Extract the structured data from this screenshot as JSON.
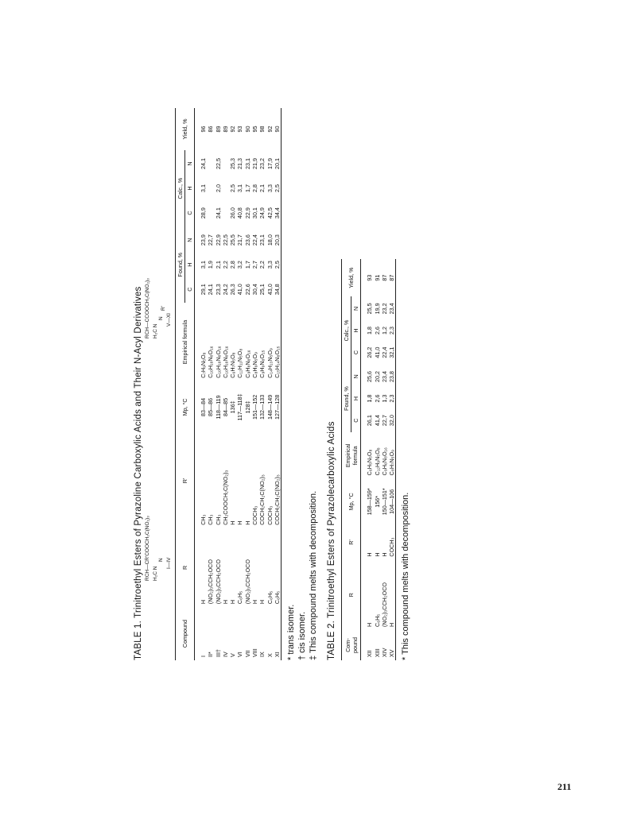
{
  "table1": {
    "title": "TABLE 1.  Trinitroethyl Esters of Pyrazoline Carboxylic Acids and Their N-Acyl Derivatives",
    "formula_left": {
      "top": "RCH—CR'COOCH₂C(NO₂)₃",
      "ring": "H₂C   N",
      "ring_sub": "N",
      "label": "I—IV"
    },
    "formula_right": {
      "top": "RCH—CCOOCH₂C(NO₂)₃",
      "ring": "H₂C   N",
      "ring_sub": "N",
      "rsub": "R'",
      "label": "V—XI"
    },
    "headers": {
      "compound": "Compound",
      "r": "R",
      "r_prime": "R'",
      "mp": "Mp, °C",
      "empirical": "Empirical formula",
      "found": "Found, %",
      "calc": "Calc., %",
      "yield": "Yield, %",
      "c": "C",
      "h": "H",
      "n": "N"
    },
    "rows": [
      {
        "compound": "I",
        "r": "H",
        "rp": "CH₃",
        "mp": "83—84",
        "formula": "C₇H₉N₅O₈",
        "fc": "29,1",
        "fh": "3,1",
        "fn": "23,9",
        "cc": "28,9",
        "ch": "3,1",
        "cn": "24,1",
        "yield": "96"
      },
      {
        "compound": "II*",
        "r": "(NO₂)₃CCH₂OCO",
        "rp": "CH₃",
        "mp": "85—86",
        "formula": "C₁₀H₁₀N₈O₁₆",
        "fc": "24,1",
        "fh": "1,9",
        "fn": "22,7",
        "cc": "",
        "ch": "",
        "cn": "",
        "yield": "86"
      },
      {
        "compound": "III†",
        "r": "(NO₂)₃CCH₂OCO",
        "rp": "CH₃",
        "mp": "118—119",
        "formula": "C₁₀H₁₀N₈O₁₆",
        "fc": "23,3",
        "fh": "2,1",
        "fn": "22,9",
        "cc": "24,1",
        "ch": "2,0",
        "cn": "22,5",
        "yield": "89"
      },
      {
        "compound": "IV",
        "r": "H",
        "rp": "CH₂COOCH₂C(NO₂)₃",
        "mp": "84—85",
        "formula": "C₁₀H₁₀N₈O₁₆",
        "fc": "24,2",
        "fh": "2,2",
        "fn": "22,5",
        "cc": "",
        "ch": "",
        "cn": "",
        "yield": "89"
      },
      {
        "compound": "V",
        "r": "H",
        "rp": "H",
        "mp": "136‡",
        "formula": "C₆H₇N₅O₈",
        "fc": "26,3",
        "fh": "2,8",
        "fn": "25,5",
        "cc": "26,0",
        "ch": "2,5",
        "cn": "25,3",
        "yield": "92"
      },
      {
        "compound": "VI",
        "r": "C₆H₅",
        "rp": "H",
        "mp": "117—118‡",
        "formula": "C₁₂H₁₁N₅O₈",
        "fc": "41,0",
        "fh": "3,2",
        "fn": "21,7",
        "cc": "40,8",
        "ch": "3,1",
        "cn": "21,3",
        "yield": "93"
      },
      {
        "compound": "VII",
        "r": "(NO₂)₃CCH₂OCO",
        "rp": "H",
        "mp": "128‡",
        "formula": "C₉H₈N₈O₁₆",
        "fc": "22,6",
        "fh": "1,7",
        "fn": "23,6",
        "cc": "22,9",
        "ch": "1,7",
        "cn": "23,1",
        "yield": "90"
      },
      {
        "compound": "VIII",
        "r": "H",
        "rp": "COCH₃",
        "mp": "151—152",
        "formula": "C₈H₉N₅O₉",
        "fc": "30,4",
        "fh": "2,7",
        "fn": "22,4",
        "cc": "30,1",
        "ch": "2,8",
        "cn": "21,9",
        "yield": "95"
      },
      {
        "compound": "IX",
        "r": "H",
        "rp": "COCH₂CH₂C(NO₂)₃",
        "mp": "132—133",
        "formula": "C₉H₉N₈O₁₅",
        "fc": "25,1",
        "fh": "2,2",
        "fn": "23,1",
        "cc": "24,9",
        "ch": "2,1",
        "cn": "23,2",
        "yield": "98"
      },
      {
        "compound": "X",
        "r": "C₆H₅",
        "rp": "COCH₃",
        "mp": "148—149",
        "formula": "C₁₄H₁₃N₅O₉",
        "fc": "43,0",
        "fh": "3,3",
        "fn": "18,0",
        "cc": "42,5",
        "ch": "3,3",
        "cn": "17,9",
        "yield": "92"
      },
      {
        "compound": "XI",
        "r": "C₆H₅",
        "rp": "COCH₂CH₂C(NO₂)₃",
        "mp": "127—128",
        "formula": "C₁₅H₁₄N₈O₁₅",
        "fc": "34,8",
        "fh": "2,5",
        "fn": "20,3",
        "cc": "34,4",
        "ch": "2,5",
        "cn": "20,1",
        "yield": "90"
      }
    ],
    "footnotes": [
      "* trans isomer.",
      "† cis isomer.",
      "‡ This compound melts with decomposition."
    ]
  },
  "table2": {
    "title": "TABLE 2.  Trinitroethyl Esters of Pyrazolecarboxylic Acids",
    "headers": {
      "compound": "Com-pound",
      "r": "R",
      "r_prime": "R'",
      "mp": "Mp, °C",
      "empirical": "Empirical formula",
      "found": "Found, %",
      "calc": "Calc., %",
      "yield": "Yield, %",
      "c": "C",
      "h": "H",
      "n": "N"
    },
    "rows": [
      {
        "compound": "XII",
        "r": "H",
        "rp": "H",
        "mp": "158—159*",
        "formula": "C₆H₅N₅O₈",
        "fc": "26,1",
        "fh": "1,8",
        "fn": "25,6",
        "cc": "26,2",
        "ch": "1,8",
        "cn": "25,5",
        "yield": "93"
      },
      {
        "compound": "XIII",
        "r": "C₆H₅",
        "rp": "H",
        "mp": "156*",
        "formula": "C₁₂H₉N₅O₈",
        "fc": "41,4",
        "fh": "2,6",
        "fn": "20,2",
        "cc": "41,0",
        "ch": "2,6",
        "cn": "19,9",
        "yield": "91"
      },
      {
        "compound": "XIV",
        "r": "(NO₂)₃CCH₂OCO",
        "rp": "H",
        "mp": "150—151*",
        "formula": "C₉H₆N₈O₁₆",
        "fc": "22,7",
        "fh": "1,3",
        "fn": "23,4",
        "cc": "22,4",
        "ch": "1,2",
        "cn": "23,2",
        "yield": "87"
      },
      {
        "compound": "XV",
        "r": "H",
        "rp": "COCH₃",
        "mp": "104—106",
        "formula": "C₈H₇N₅O₉",
        "fc": "32,0",
        "fh": "2,3",
        "fn": "23,8",
        "cc": "32,1",
        "ch": "2,3",
        "cn": "23,4",
        "yield": "87"
      }
    ],
    "footnotes": [
      "* This compound melts with decomposition."
    ]
  },
  "page_number": "211"
}
